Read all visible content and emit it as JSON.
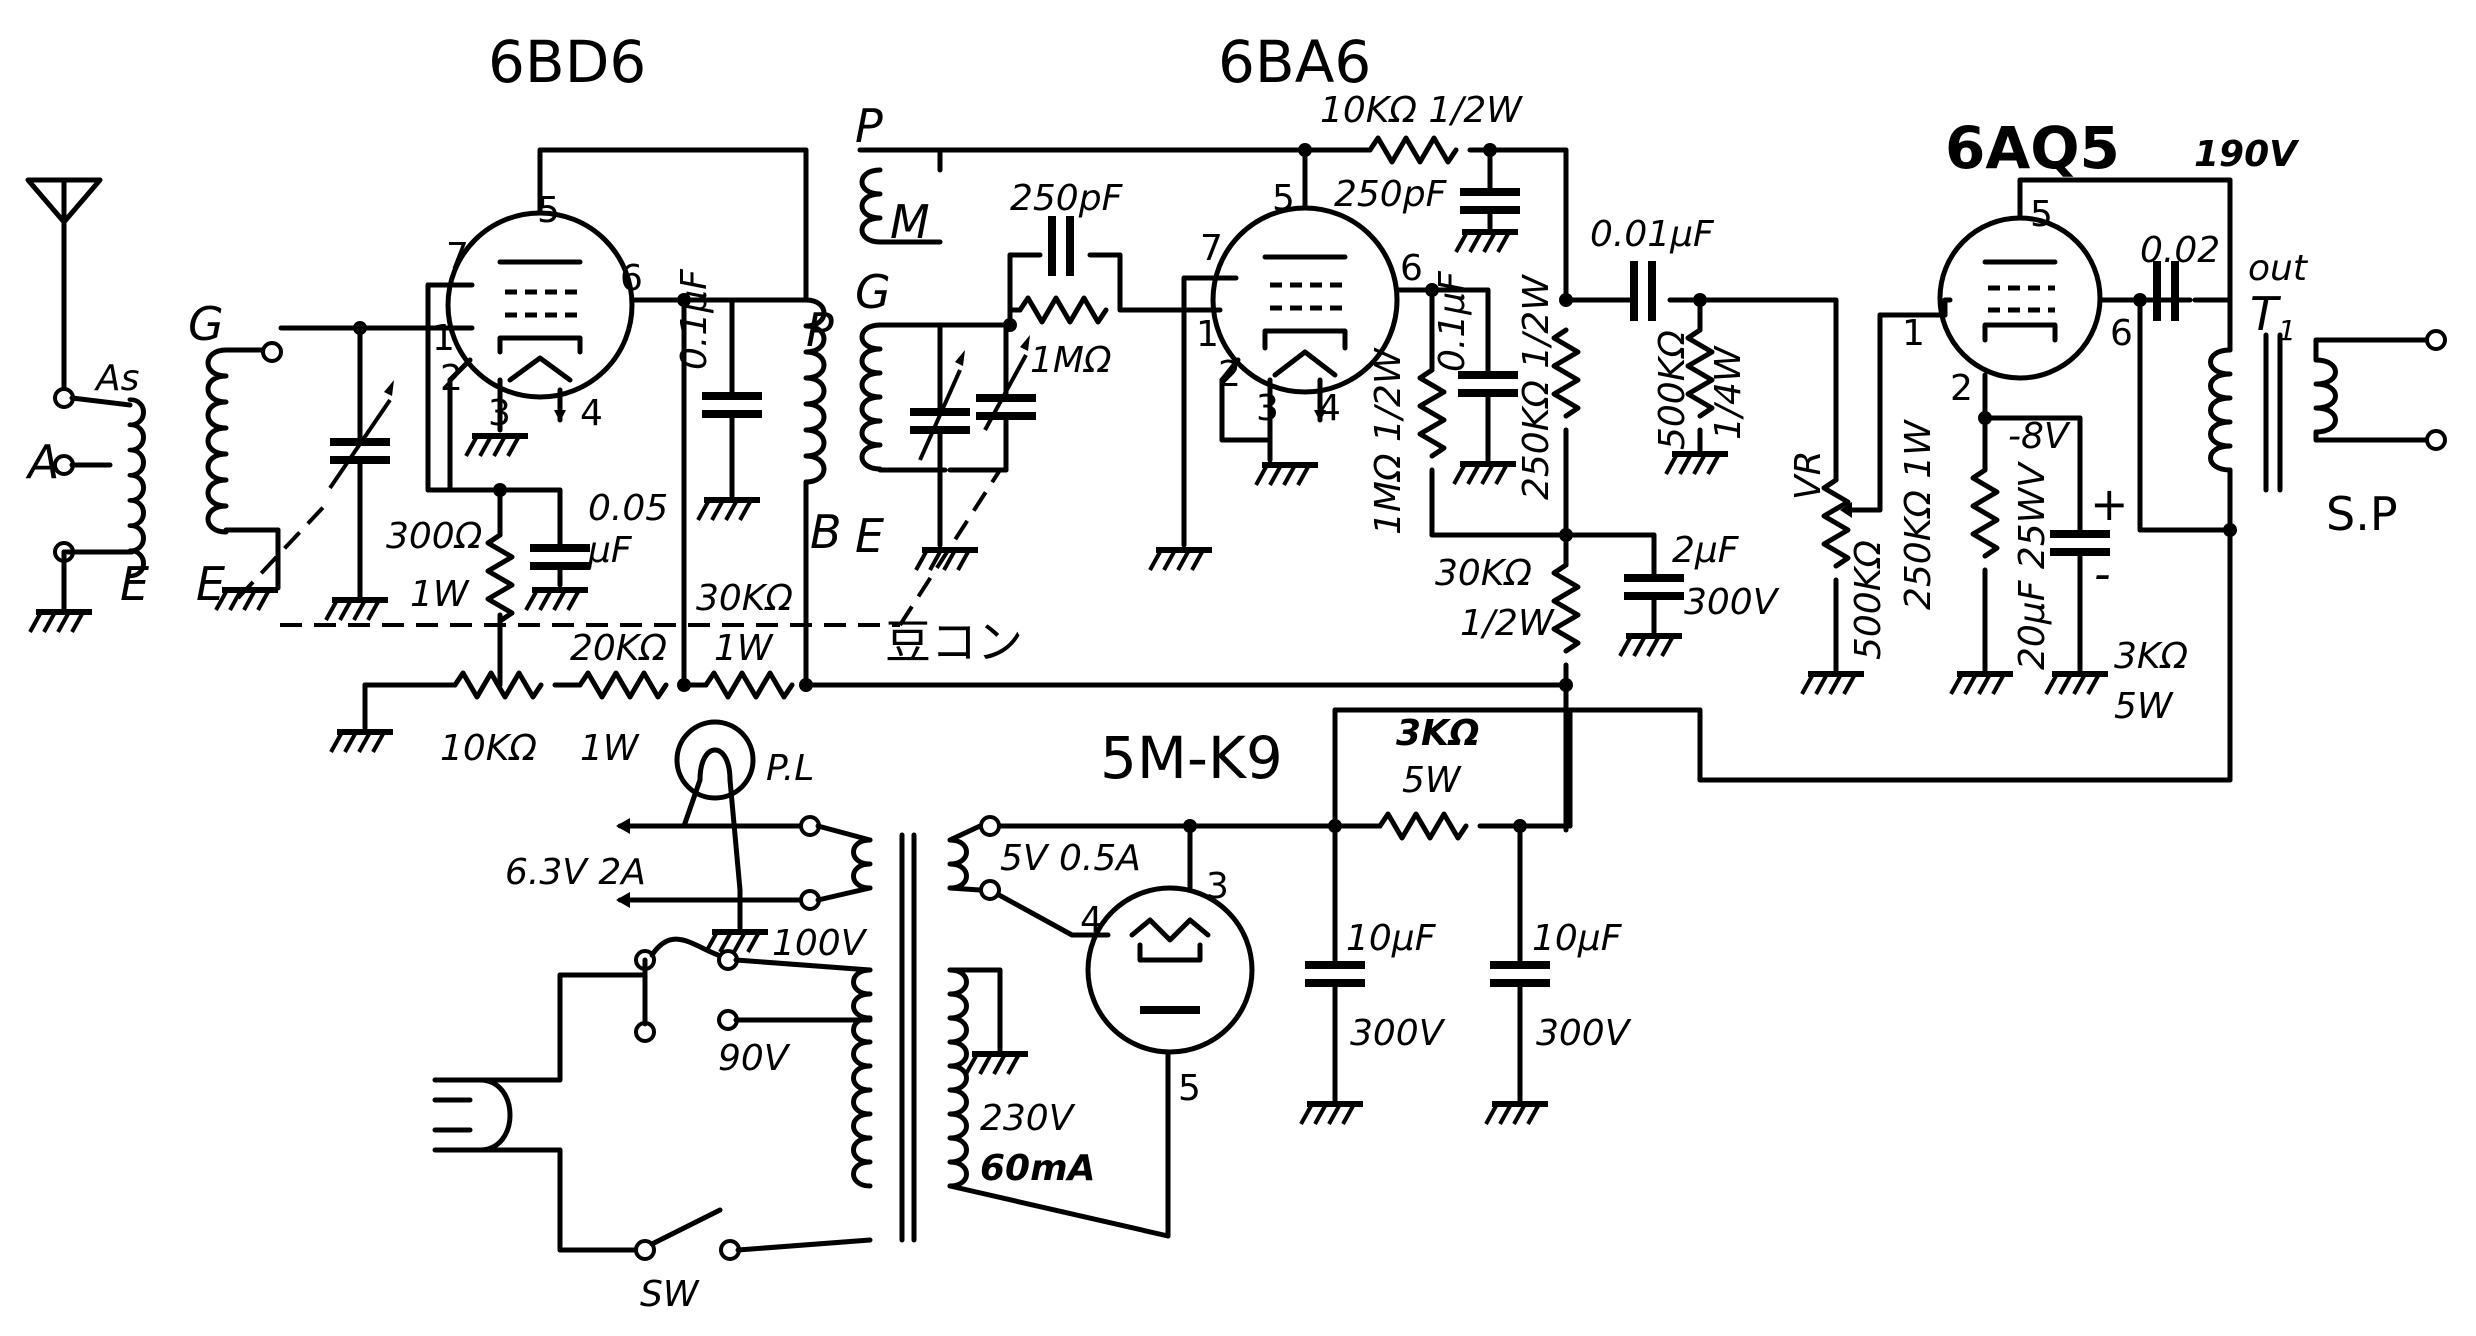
{
  "tubes": {
    "rf": "6BD6",
    "det": "6BA6",
    "out": "6AQ5",
    "rect": "5M-K9"
  },
  "labels": {
    "ant_as": "As",
    "ant_a": "A",
    "ant_e": "E",
    "coil_g": "G",
    "coil_e": "E",
    "coil2_p": "P",
    "coil2_b": "B",
    "coil3_p": "P",
    "coil3_m": "M",
    "coil3_g": "G",
    "coil3_e": "E",
    "mame_con": "豆コン",
    "sp": "S.P",
    "out": "out",
    "t1": "T",
    "t1_sub": "1",
    "pl": "P.L",
    "sw": "SW"
  },
  "values": {
    "r300": "300Ω",
    "r300w": "1W",
    "c005a": "0.05",
    "c005b": "μF",
    "c01uf": "0.1μF",
    "r30k_a": "30KΩ",
    "r30k_aw": "1W",
    "r20k": "20KΩ",
    "r10k": "10KΩ",
    "r10kw": "1W",
    "c250a": "250pF",
    "r1m": "1MΩ",
    "r10k_top": "10KΩ 1/2W",
    "c250b": "250pF",
    "c001": "0.01μF",
    "c01uf_b": "0.1μF",
    "r1m_half": "1MΩ 1/2W",
    "r250k": "250KΩ 1/2W",
    "r500k_q": "500KΩ",
    "r500k_qw": "1/4W",
    "r30k_b": "30KΩ",
    "r30k_bw": "1/2W",
    "c2uf": "2μF",
    "c2uf_v": "300V",
    "vr_label": "VR",
    "vr_val": "500KΩ",
    "r250k_b": "250KΩ 1W",
    "bias": "-8V",
    "c20": "20μF 25WV",
    "plus": "+",
    "minus": "-",
    "c002": "0.02",
    "b190": "190V",
    "r3k_a": "3KΩ",
    "r3k_aw": "5W",
    "r3k_b": "3KΩ",
    "r3k_bw": "5W",
    "c10a": "10μF",
    "c10a_v": "300V",
    "c10b": "10μF",
    "c10b_v": "300V",
    "heater": "6.3V 2A",
    "rect_heater": "5V 0.5A",
    "pri100": "100V",
    "pri90": "90V",
    "hv": "230V",
    "hv_ma": "60mA"
  },
  "pins": {
    "rf": {
      "p5": "5",
      "p7": "7",
      "p6": "6",
      "p1": "1",
      "p2": "2",
      "p3": "3",
      "p4": "4"
    },
    "det": {
      "p5": "5",
      "p7": "7",
      "p6": "6",
      "p1": "1",
      "p2": "2",
      "p3": "3",
      "p4": "4"
    },
    "out": {
      "p5": "5",
      "p1": "1",
      "p6": "6",
      "p2": "2"
    },
    "rect": {
      "p3": "3",
      "p4": "4",
      "p5": "5"
    }
  }
}
